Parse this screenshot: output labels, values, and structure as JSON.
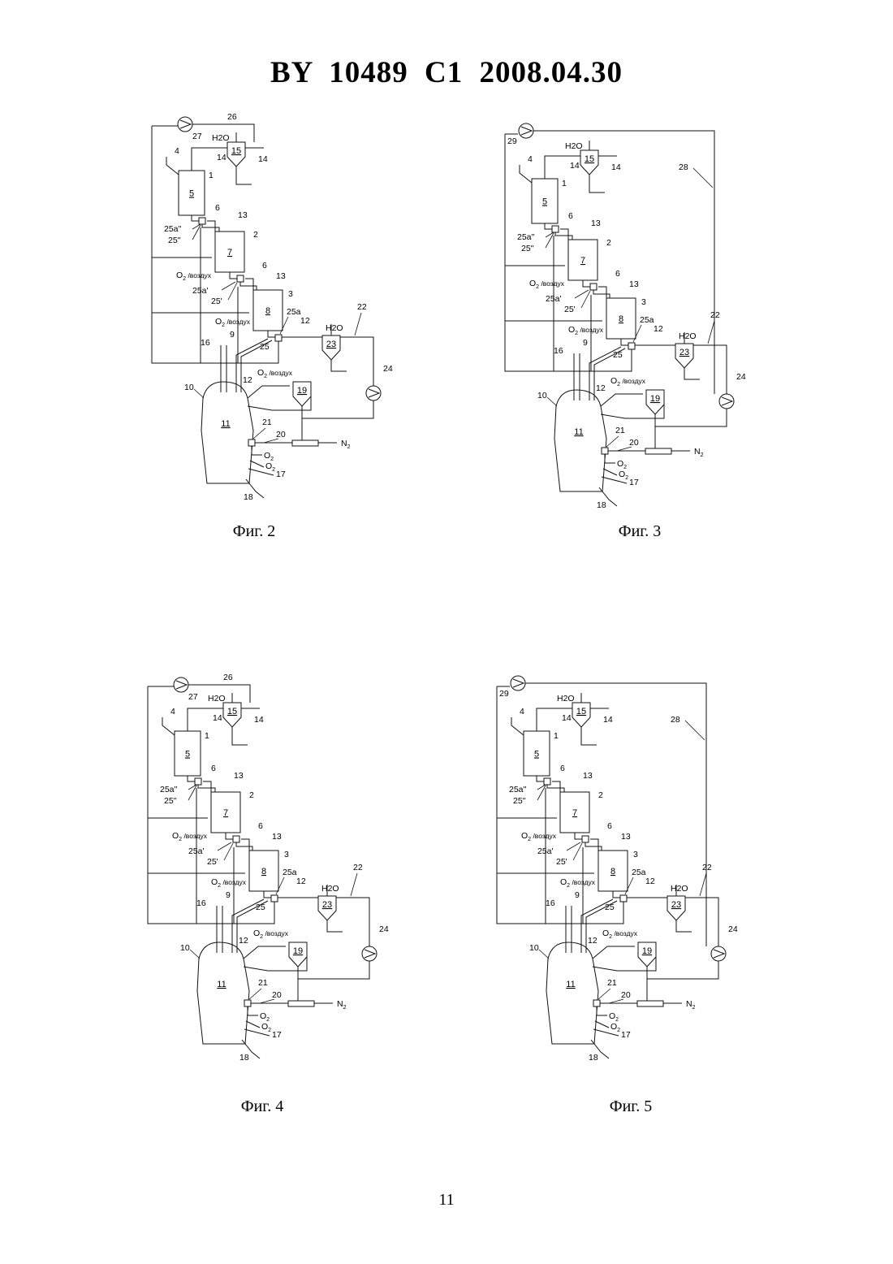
{
  "header": {
    "title": "BY  10489  C1  2008.04.30"
  },
  "figures": [
    {
      "caption": "Фиг. 2"
    },
    {
      "caption": "Фиг. 3"
    },
    {
      "caption": "Фиг. 4"
    },
    {
      "caption": "Фиг. 5"
    }
  ],
  "labels": {
    "h2o": "H2O",
    "o2_air": "O2 /воздух",
    "o2": "O2",
    "n2": "N2",
    "r1": "1",
    "r2": "2",
    "r3": "3",
    "r4": "4",
    "r5": "5",
    "r6": "6",
    "r7": "7",
    "r8": "8",
    "r9": "9",
    "r10": "10",
    "r11": "11",
    "r12": "12",
    "r13": "13",
    "r14": "14",
    "r15": "15",
    "r16": "16",
    "r17": "17",
    "r18": "18",
    "r19": "19",
    "r20": "20",
    "r21": "21",
    "r22": "22",
    "r23": "23",
    "r24": "24",
    "r25": "25",
    "r25p": "25'",
    "r25pp": "25''",
    "r25a": "25a",
    "r25ap": "25a'",
    "r25app": "25a''",
    "r26": "26",
    "r27": "27",
    "r28": "28",
    "r29": "29"
  },
  "page_number": "11"
}
